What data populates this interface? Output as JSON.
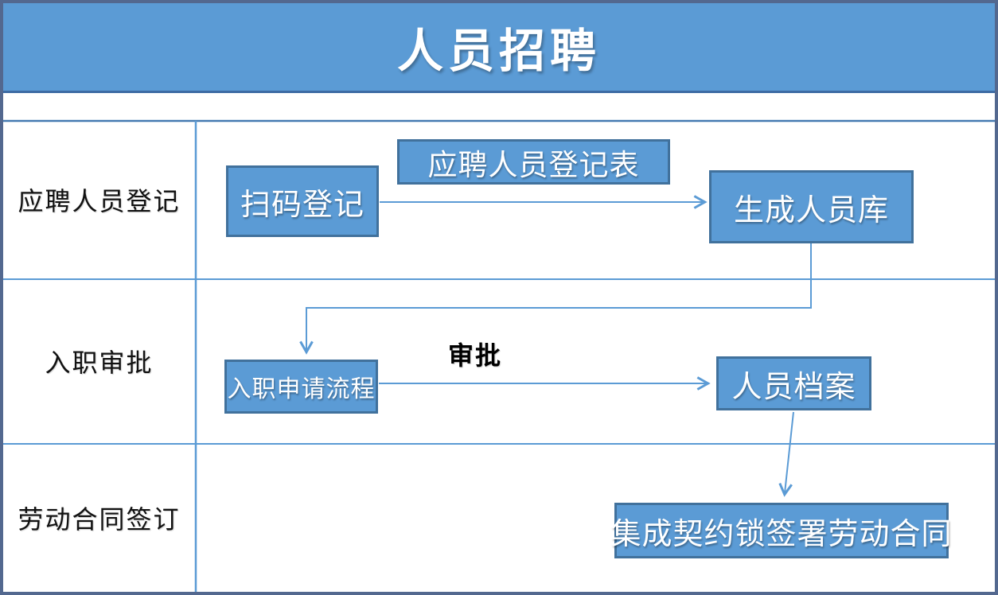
{
  "header": {
    "title": "人员招聘"
  },
  "lanes": [
    {
      "label": "应聘人员登记"
    },
    {
      "label": "入职审批"
    },
    {
      "label": "劳动合同签订"
    }
  ],
  "nodes": {
    "scan_register": "扫码登记",
    "registration_form": "应聘人员登记表",
    "generate_pool": "生成人员库",
    "onboarding_flow": "入职申请流程",
    "personnel_file": "人员档案",
    "sign_contract": "集成契约锁签署劳动合同"
  },
  "edge_labels": {
    "approval": "审批"
  },
  "colors": {
    "shape_fill": "#5b9bd5",
    "shape_border": "#41719c",
    "connector": "#5b9bd5",
    "frame_border": "#53688f",
    "header_fill": "#5b9bd5",
    "title_text": "#ffffff",
    "shape_text": "#ffffff",
    "lane_text": "#121212"
  }
}
